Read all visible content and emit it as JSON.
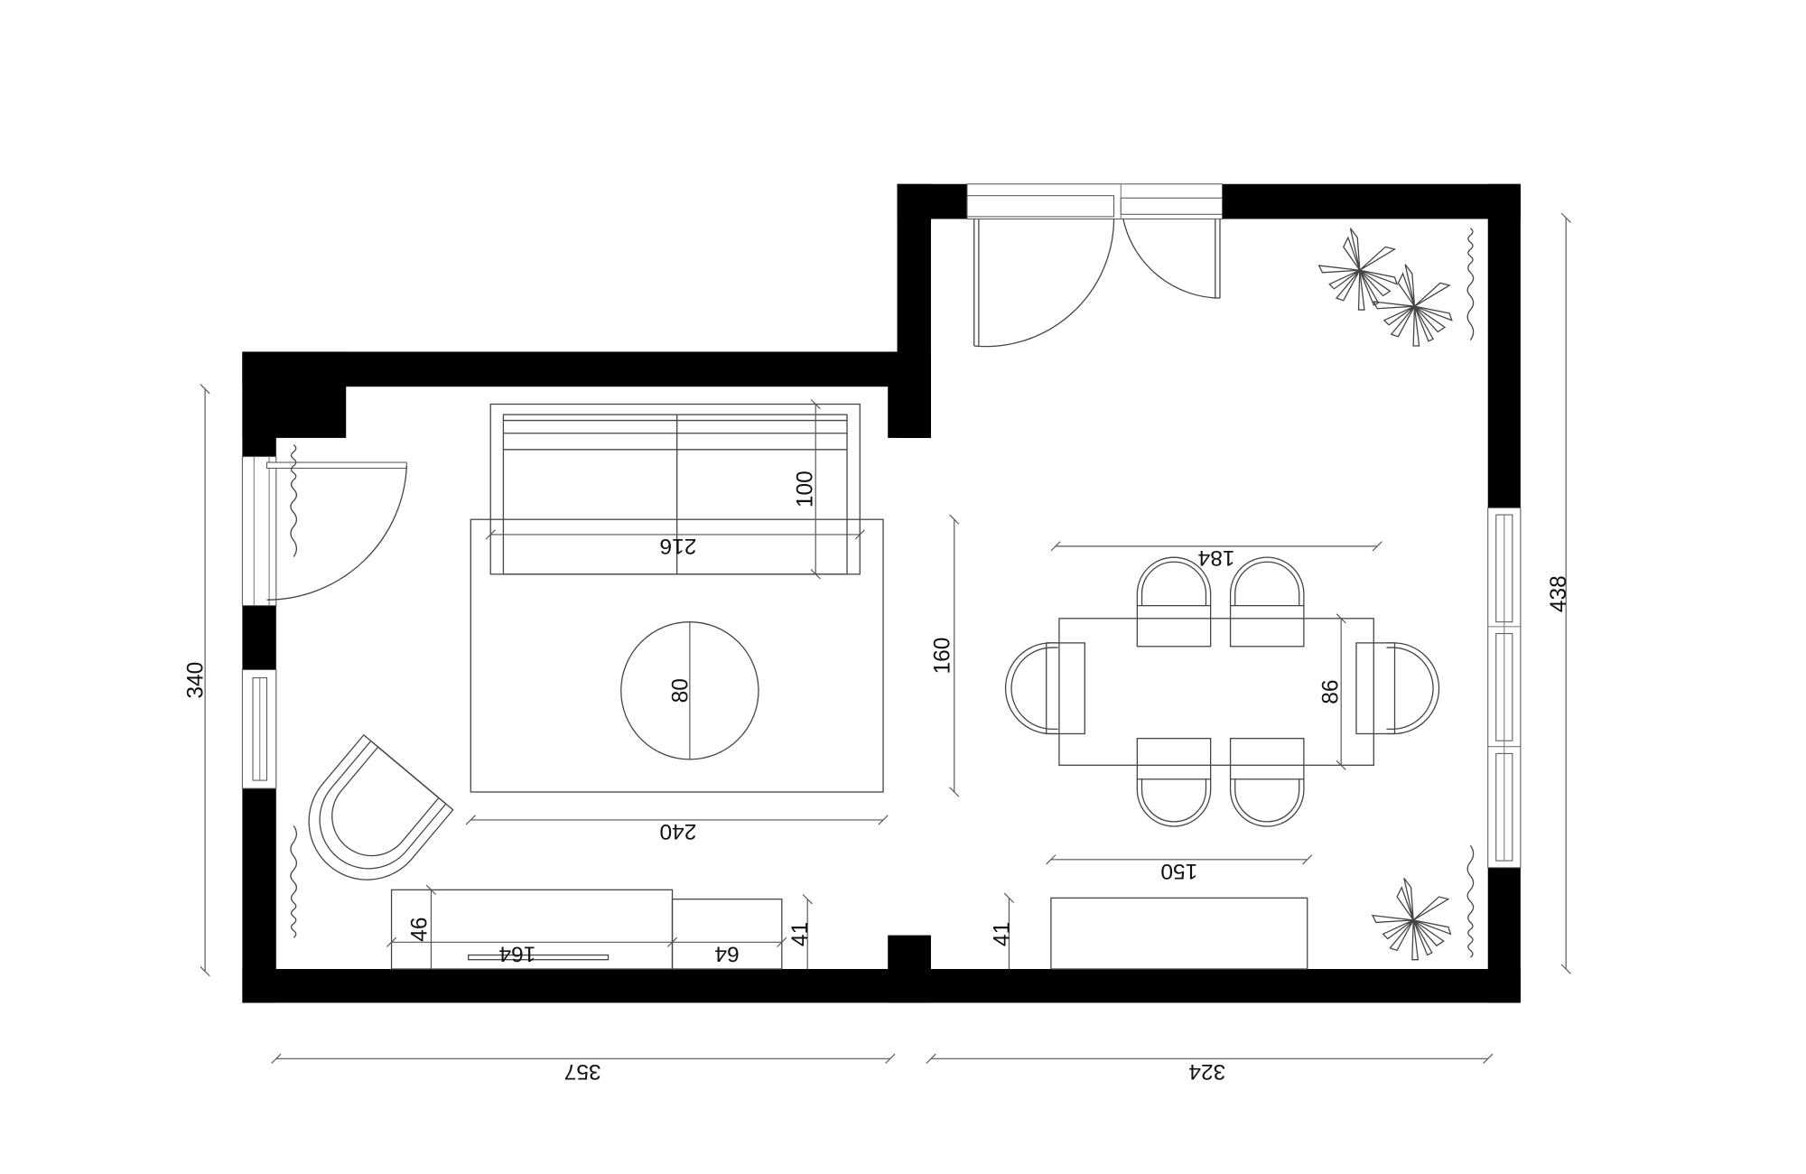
{
  "plan": {
    "type": "floor-plan",
    "units": "cm",
    "rooms": [
      {
        "name": "living-room",
        "width_label": "357",
        "height_label": "340"
      },
      {
        "name": "dining-room",
        "width_label": "324",
        "height_label": "438"
      }
    ]
  },
  "dimensions": {
    "left_room_height": "340",
    "right_room_height": "438",
    "left_room_width": "357",
    "right_room_width": "324",
    "sofa_width": "216",
    "sofa_depth": "100",
    "rug_width": "240",
    "rug_depth": "160",
    "coffee_table_diameter": "80",
    "dining_table_length": "184",
    "dining_table_width": "86",
    "sideboard_width": "150",
    "sideboard_depth": "41",
    "tv_unit_width": "164",
    "tv_unit_depth": "46",
    "side_cabinet_width": "64",
    "side_cabinet_depth": "41"
  },
  "furniture": [
    {
      "name": "sofa"
    },
    {
      "name": "rug"
    },
    {
      "name": "round-coffee-table"
    },
    {
      "name": "armchair"
    },
    {
      "name": "tv-unit"
    },
    {
      "name": "side-cabinet"
    },
    {
      "name": "dining-table"
    },
    {
      "name": "dining-chairs",
      "count": 6
    },
    {
      "name": "sideboard"
    },
    {
      "name": "plants",
      "count": 3
    },
    {
      "name": "curtains",
      "count": 4
    }
  ],
  "openings": [
    {
      "name": "double-entry-door",
      "wall": "top-right"
    },
    {
      "name": "balcony-door",
      "wall": "left"
    },
    {
      "name": "left-window",
      "wall": "left"
    },
    {
      "name": "right-window",
      "wall": "right"
    }
  ],
  "colors": {
    "wall": "#000000",
    "line": "#444444",
    "background": "#ffffff"
  }
}
